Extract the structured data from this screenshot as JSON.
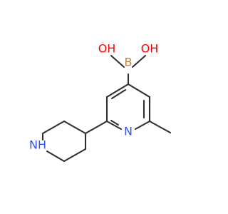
{
  "molecule": {
    "atoms": {
      "oh_left": "OH",
      "oh_right": "OH",
      "boron": "B",
      "pyridine_n": "N",
      "piperidine_nh": "NH"
    },
    "colors": {
      "bond": "#2f2f2f",
      "oxygen": "#ff0000",
      "boron": "#c08040",
      "pyridine_nitrogen": "#3050f8",
      "piperidine_nitrogen": "#3050f8"
    }
  }
}
